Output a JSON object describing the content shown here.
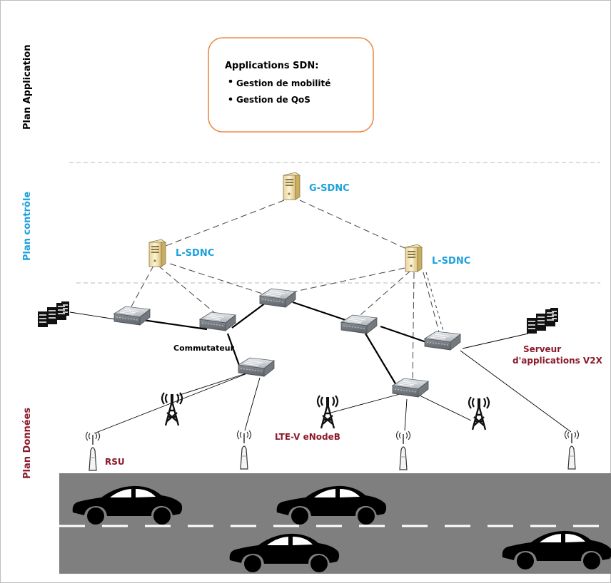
{
  "planes": {
    "application": "Plan Application",
    "control": "Plan contrôle",
    "data": "Plan Données"
  },
  "apps_box": {
    "title": "Applications SDN:",
    "items": [
      "Gestion de mobilité",
      "Gestion de QoS"
    ]
  },
  "controllers": {
    "global": "G-SDNC",
    "local_left": "L-SDNC",
    "local_right": "L-SDNC"
  },
  "labels": {
    "switch": "Commutateur",
    "server_line1": "Serveur",
    "server_line2": "d'applications V2X",
    "enodeb": "LTE-V eNodeB",
    "rsu": "RSU"
  },
  "colors": {
    "control_blue": "#1ba1dc",
    "data_red": "#8b1a2b",
    "box_border": "#ed8b47",
    "road": "#7f7f7f",
    "black": "#000000"
  }
}
